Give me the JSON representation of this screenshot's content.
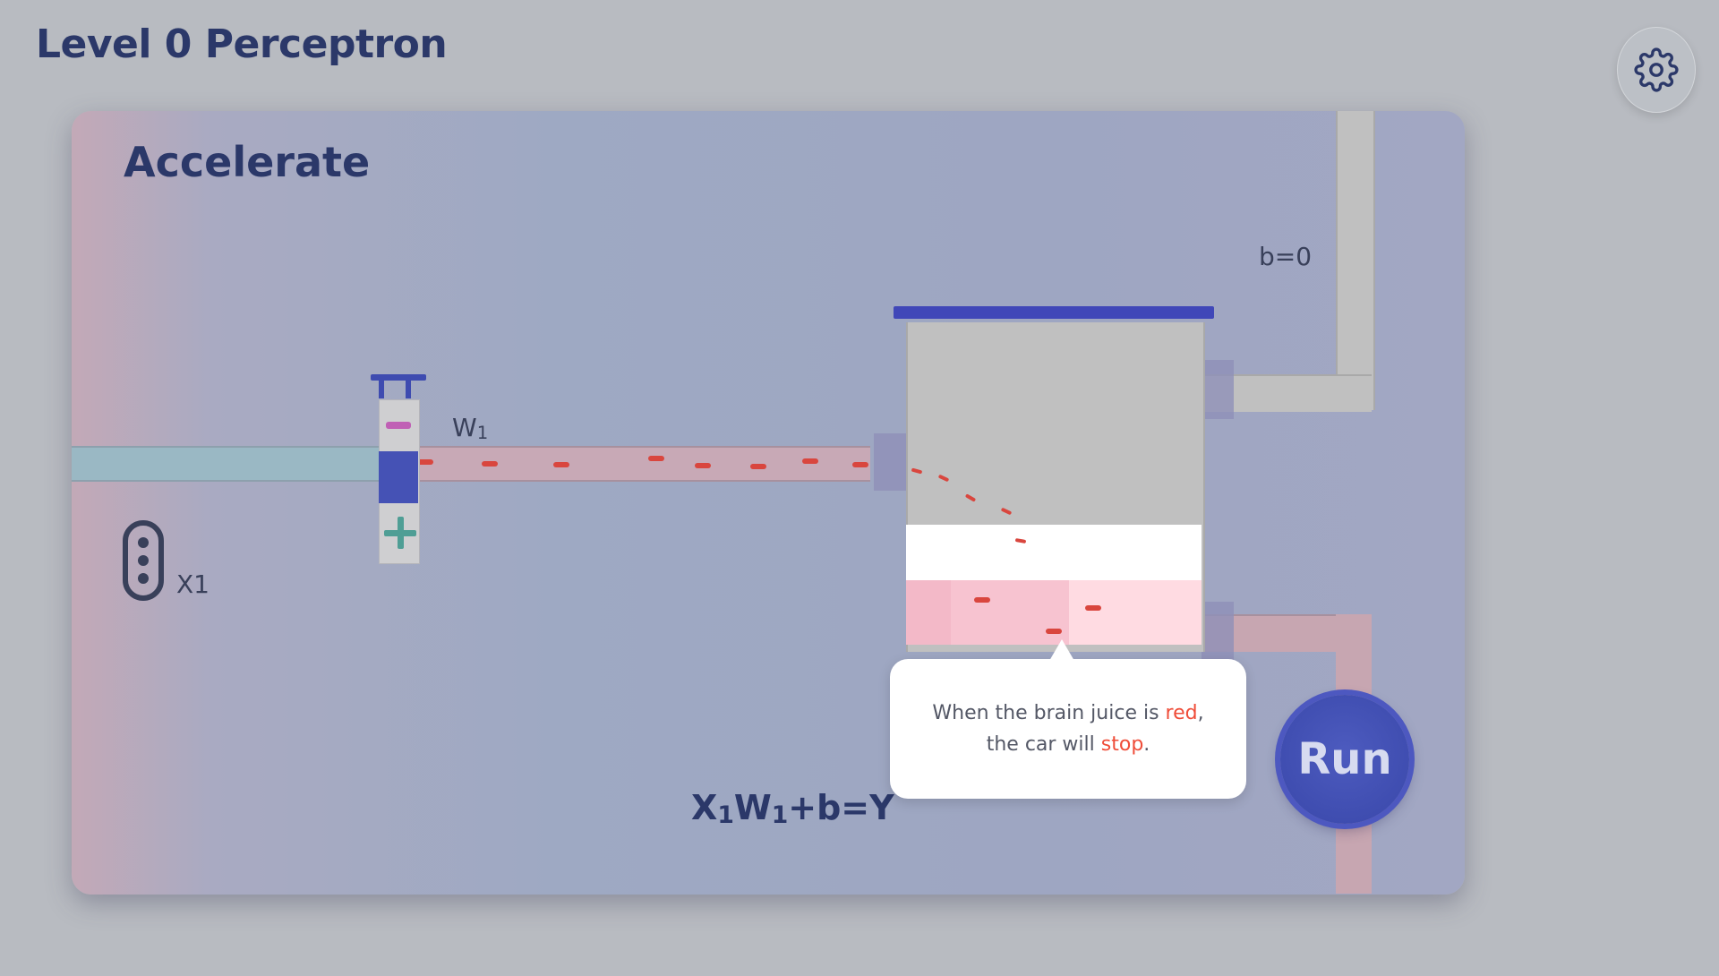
{
  "app": {
    "title": "Level 0 Perceptron"
  },
  "toolbar": {
    "settings_icon": "gear-icon"
  },
  "level": {
    "title": "Accelerate",
    "bias_label": "b=0",
    "weight_label": {
      "main": "W",
      "sub": "1"
    },
    "input_label": "X1",
    "equation": {
      "x": "X",
      "x_sub": "1",
      "w": "W",
      "w_sub": "1",
      "rest": "+b=Y"
    }
  },
  "tooltip": {
    "line1_prefix": "When the brain juice is ",
    "line1_highlight": "red",
    "line1_suffix": ",",
    "line2_prefix": "the car will ",
    "line2_highlight": "stop",
    "line2_suffix": "."
  },
  "run_button": {
    "label": "Run"
  },
  "colors": {
    "title": "#2b3869",
    "accent": "#3f4db0",
    "highlight": "#ef4c38",
    "juice": "#d9463e"
  }
}
